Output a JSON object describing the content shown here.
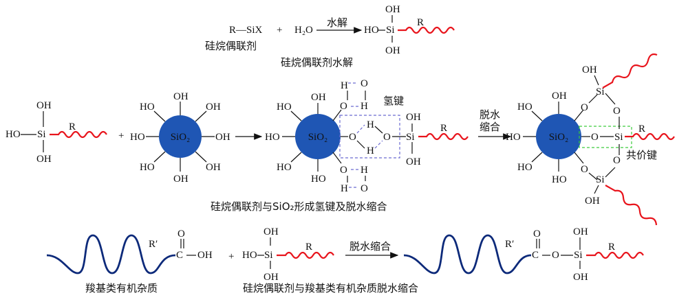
{
  "colors": {
    "sphere": "#1f56b4",
    "chain": "#e8141c",
    "wave": "#0d2a7a",
    "hbond_box": "#6a6ad0",
    "covalent_box": "#3ccc3c"
  },
  "row1": {
    "silane": "R—SiX",
    "plus": "+",
    "water": "H₂O",
    "arrow_label": "水解",
    "silane_caption": "硅烷偶联剂",
    "product_oh_top": "OH",
    "product_ho": "HO",
    "product_si": "Si",
    "product_oh_bottom": "OH",
    "product_r": "R",
    "caption": "硅烷偶联剂水解"
  },
  "row2": {
    "ho": "HO",
    "si": "Si",
    "oh": "OH",
    "r": "R",
    "plus": "+",
    "sio2": "SiO₂",
    "h": "H",
    "o": "O",
    "hbond_label": "氢键",
    "arrow_label_line1": "脱水",
    "arrow_label_line2": "缩合",
    "covalent_label": "共价键",
    "caption": "硅烷偶联剂与SiO₂形成氢键及脱水缩合"
  },
  "row3": {
    "r_prime": "R′",
    "c": "C",
    "o": "O",
    "oh": "OH",
    "ho": "HO",
    "si": "Si",
    "r": "R",
    "plus": "+",
    "arrow_label": "脱水缩合",
    "caption_left": "羧基类有机杂质",
    "caption_right": "硅烷偶联剂与羧基类有机杂质脱水缩合"
  }
}
